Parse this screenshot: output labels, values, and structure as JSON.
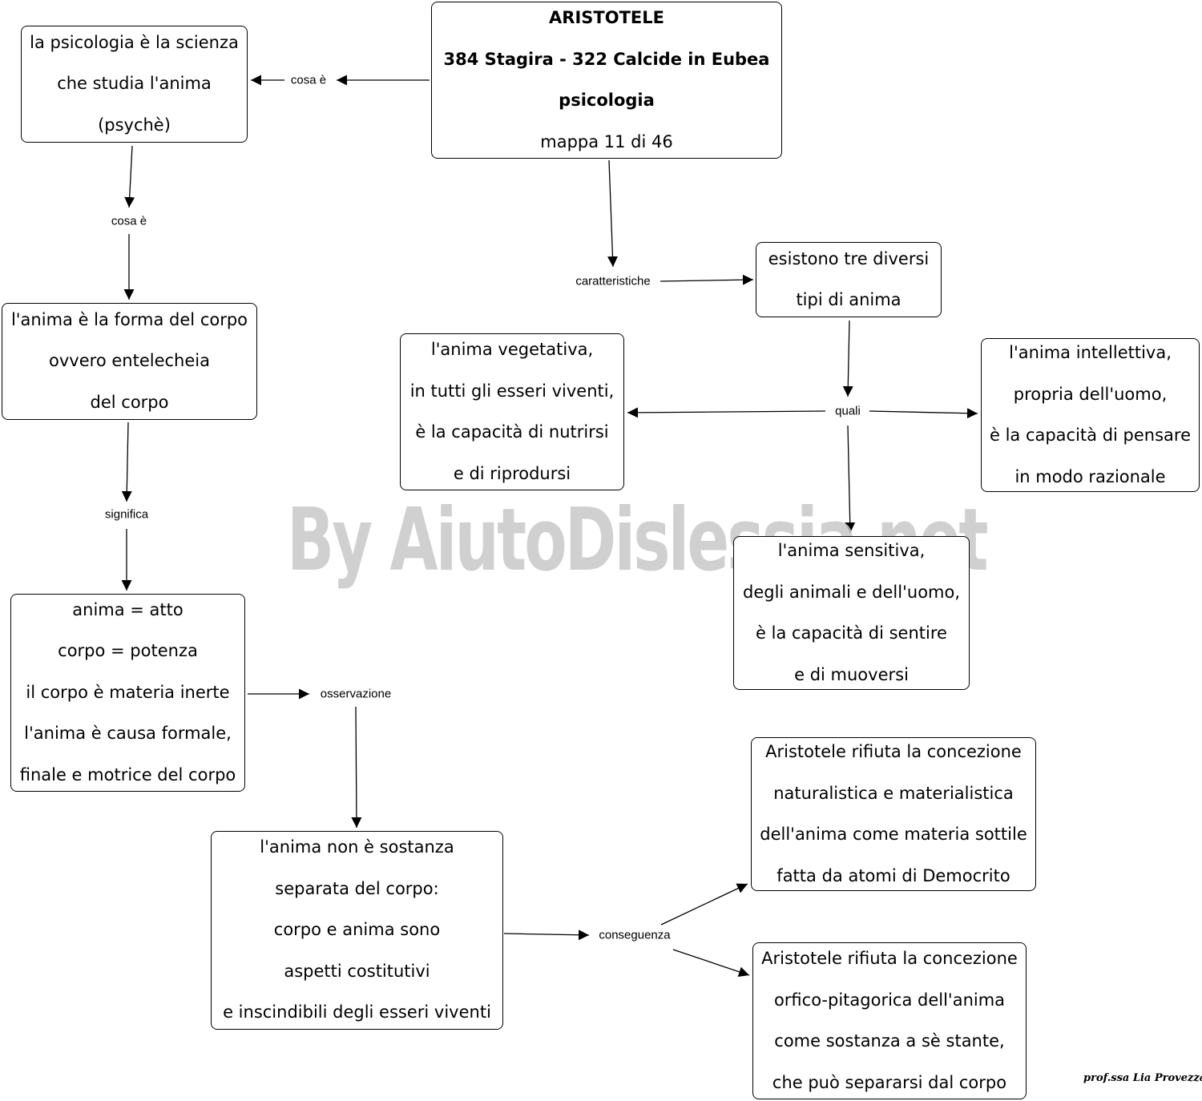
{
  "title_box": {
    "lines": [
      "ARISTOTELE",
      "384 Stagira - 322 Calcide in Eubea",
      "psicologia",
      "mappa 11 di 46"
    ]
  },
  "nodes": {
    "psicologia_def": {
      "lines": [
        "la psicologia è la scienza",
        "che studia l'anima",
        "(psychè)"
      ]
    },
    "anima_forma": {
      "lines": [
        "l'anima è la forma del corpo",
        "ovvero entelecheia",
        "del corpo"
      ]
    },
    "atto_potenza": {
      "lines": [
        "anima = atto",
        "corpo = potenza",
        "il corpo è materia inerte",
        "l'anima è causa formale,",
        "finale e motrice del corpo"
      ]
    },
    "non_sostanza": {
      "lines": [
        "l'anima non è sostanza",
        "separata del corpo:",
        "corpo e anima sono",
        "aspetti costitutivi",
        "e inscindibili degli esseri viventi"
      ]
    },
    "tre_tipi": {
      "lines": [
        "esistono tre diversi",
        "tipi di anima"
      ]
    },
    "vegetativa": {
      "lines": [
        "l'anima vegetativa,",
        "in tutti gli esseri viventi,",
        "è la capacità di nutrirsi",
        "e di riprodursi"
      ]
    },
    "intellettiva": {
      "lines": [
        "l'anima intellettiva,",
        "propria dell'uomo,",
        "è la capacità di pensare",
        "in modo razionale"
      ]
    },
    "sensitiva": {
      "lines": [
        "l'anima sensitiva,",
        "degli animali e dell'uomo,",
        "è la capacità di sentire",
        "e di muoversi"
      ]
    },
    "rifiuta_naturalistica": {
      "lines": [
        "Aristotele rifiuta la concezione",
        "naturalistica e materialistica",
        "dell'anima come materia sottile",
        "fatta da atomi di Democrito"
      ]
    },
    "rifiuta_orfica": {
      "lines": [
        "Aristotele rifiuta la concezione",
        "orfico-pitagorica dell'anima",
        "come sostanza a sè stante,",
        "che può separarsi dal corpo"
      ]
    }
  },
  "links": {
    "cosa_e_1": "cosa è",
    "cosa_e_2": "cosa è",
    "caratteristiche": "caratteristiche",
    "significa": "significa",
    "quali": "quali",
    "osservazione": "osservazione",
    "conseguenza": "conseguenza"
  },
  "watermark": "By AiutoDislessia.net",
  "signature": "prof.ssa Lia Provezza"
}
